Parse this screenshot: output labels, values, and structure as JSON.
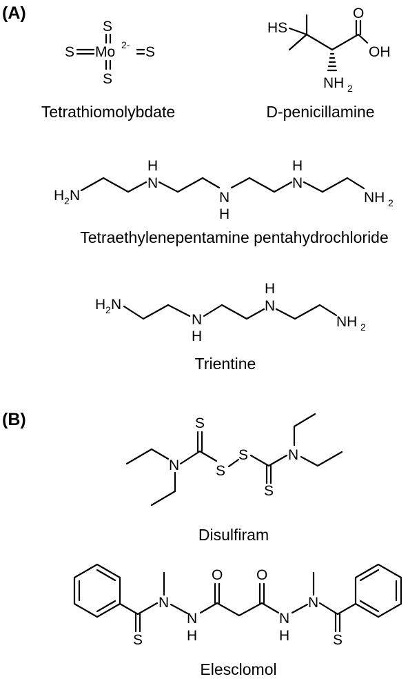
{
  "panels": {
    "a": "(A)",
    "b": "(B)"
  },
  "compounds": {
    "tetrathiomolybdate": {
      "name": "Tetrathiomolybdate",
      "atoms": {
        "s_top": "S",
        "s_left": "S",
        "s_right": "S",
        "s_bottom": "S",
        "mo": "Mo",
        "charge": "2-"
      }
    },
    "penicillamine": {
      "name": "D-penicillamine",
      "atoms": {
        "hs": "HS",
        "o": "O",
        "oh": "OH",
        "nh": "NH",
        "sub2": "2"
      }
    },
    "tetraethylenepentamine": {
      "name": "Tetraethylenepentamine pentahydrochloride",
      "atoms": {
        "h2n": "H",
        "h2n_sub": "2",
        "h2n_n": "N",
        "nh2": "NH",
        "nh2_sub": "2",
        "n": "N",
        "h": "H"
      }
    },
    "trientine": {
      "name": "Trientine",
      "atoms": {
        "h2n": "H",
        "h2n_sub": "2",
        "h2n_n": "N",
        "nh2": "NH",
        "nh2_sub": "2",
        "n": "N",
        "h": "H"
      }
    },
    "disulfiram": {
      "name": "Disulfiram",
      "atoms": {
        "s": "S",
        "n": "N"
      }
    },
    "elesclomol": {
      "name": "Elesclomol",
      "atoms": {
        "s": "S",
        "n": "N",
        "h": "H",
        "o": "O"
      }
    }
  }
}
